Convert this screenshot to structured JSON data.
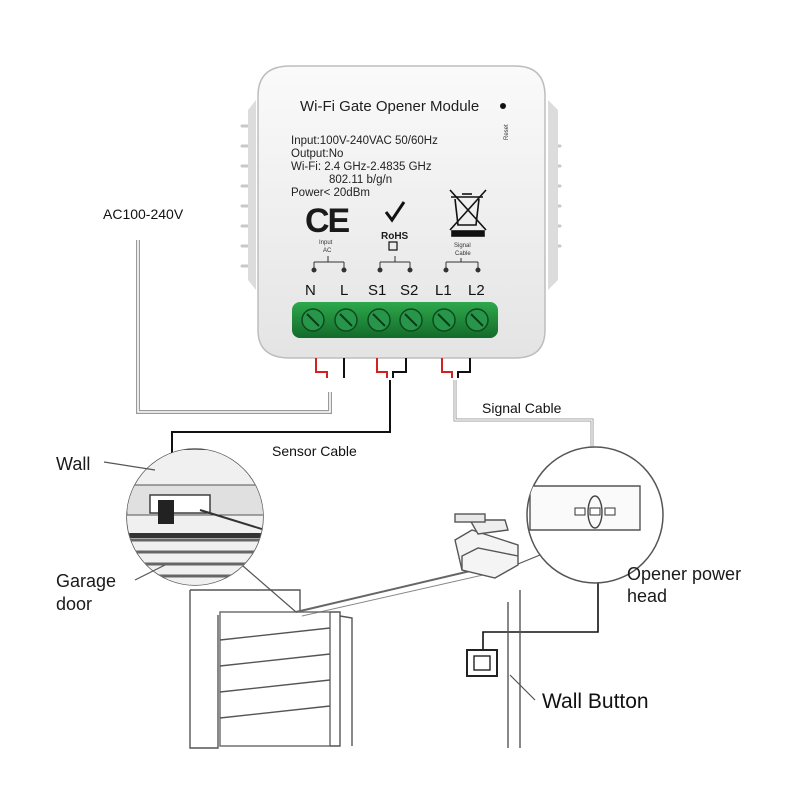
{
  "module": {
    "title": "Wi-Fi Gate Opener Module",
    "reset": "Reset",
    "spec_lines": [
      "Input:100V-240VAC 50/60Hz",
      "Output:No",
      "Wi-Fi: 2.4 GHz-2.4835 GHz",
      "802.11 b/g/n",
      "Power< 20dBm"
    ],
    "ce_mark": "CE",
    "rohs": "RoHS",
    "input_label_1": "Input",
    "input_label_2": "AC",
    "signal_label_1": "Signal",
    "signal_label_2": "Cable",
    "terminals": [
      "N",
      "L",
      "S1",
      "S2",
      "L1",
      "L2"
    ]
  },
  "labels": {
    "ac_input": "AC100-240V",
    "signal_cable": "Signal Cable",
    "sensor_cable": "Sensor Cable",
    "wall": "Wall",
    "garage_door_1": "Garage",
    "garage_door_2": "door",
    "opener_1": "Opener power",
    "opener_2": "head",
    "wall_button": "Wall Button"
  },
  "colors": {
    "terminal_block": "#1f8f3a",
    "wire_red": "#d42020",
    "wire_black": "#111111",
    "module_body": "#f1f1f1"
  }
}
